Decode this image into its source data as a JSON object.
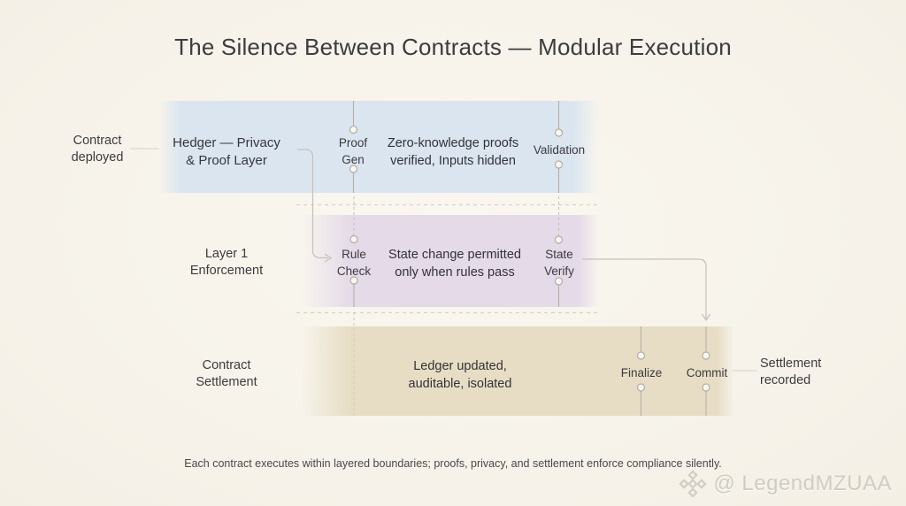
{
  "title": "The Silence Between Contracts — Modular Execution",
  "footer": "Each contract executes within layered boundaries; proofs, privacy, and settlement enforce compliance silently.",
  "watermark": {
    "icon": "binance-diamond-icon",
    "text": "@ LegendMZUAA"
  },
  "colors": {
    "background": "#f6f2e9",
    "band_privacy": "#d8e4f0",
    "band_enforcement": "#e3d8e8",
    "band_settlement": "#e6dcc2",
    "line": "#b5b0a7",
    "dashed_line": "#d8d3c8",
    "text": "#3a3a3e",
    "watermark": "#cfccc4"
  },
  "rows": [
    {
      "name": "privacy-proof-layer",
      "side_label": {
        "line1": "Contract",
        "line2": "deployed"
      },
      "band_label": {
        "line1": "Hedger — Privacy",
        "line2": "& Proof Layer"
      },
      "step1": {
        "line1": "Proof",
        "line2": "Gen"
      },
      "description": {
        "line1": "Zero-knowledge proofs",
        "line2": "verified, Inputs hidden"
      },
      "step2": {
        "line1": "Validation"
      }
    },
    {
      "name": "layer1-enforcement",
      "side_label": {
        "line1": "Layer 1",
        "line2": "Enforcement"
      },
      "step1": {
        "line1": "Rule",
        "line2": "Check"
      },
      "description": {
        "line1": "State change permitted",
        "line2": "only when rules pass"
      },
      "step2": {
        "line1": "State",
        "line2": "Verify"
      }
    },
    {
      "name": "contract-settlement",
      "side_label": {
        "line1": "Contract",
        "line2": "Settlement"
      },
      "description": {
        "line1": "Ledger updated,",
        "line2": "auditable, isolated"
      },
      "step1": {
        "line1": "Finalize"
      },
      "step2": {
        "line1": "Commit"
      },
      "right_label": {
        "line1": "Settlement",
        "line2": "recorded"
      }
    }
  ]
}
